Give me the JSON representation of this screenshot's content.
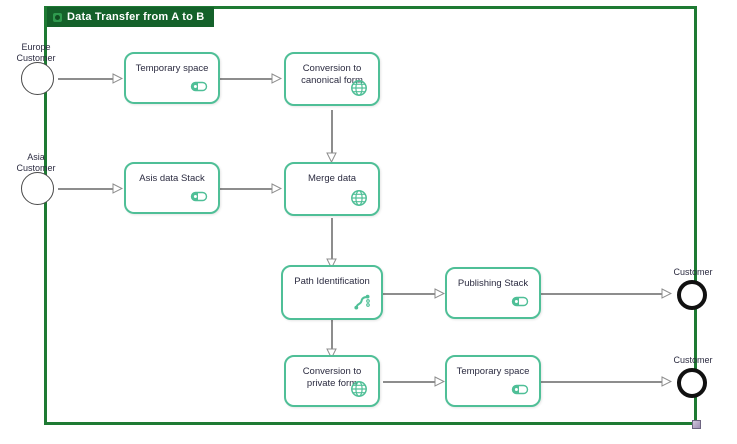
{
  "pool": {
    "title": "Data Transfer from A to B",
    "title_icon": "pool-collapse-icon",
    "border_color": "#1e7a33",
    "title_bg": "#14612a",
    "title_fg": "#ffffff"
  },
  "colors": {
    "task_border": "#4fbf97",
    "task_icon": "#4fbf97",
    "flow_line": "#8d8d8d",
    "start_event_border": "#4a4a4a",
    "end_event_border": "#111111",
    "canvas_bg": "#ffffff"
  },
  "start_events": [
    {
      "id": "start-europe",
      "label": "Europe\nCustomer",
      "label_line1": "Europe",
      "label_line2": "Customer"
    },
    {
      "id": "start-asia",
      "label": "Asia\nCustomer",
      "label_line1": "Asia",
      "label_line2": "Customer"
    }
  ],
  "end_events": [
    {
      "id": "end-customer-1",
      "label": "Customer"
    },
    {
      "id": "end-customer-2",
      "label": "Customer"
    }
  ],
  "tasks": [
    {
      "id": "task-temporary-space-top",
      "label": "Temporary space",
      "label_line1": "Temporary space",
      "label_line2": "",
      "icon": "data-store-icon"
    },
    {
      "id": "task-conversion-canonical",
      "label": "Conversion to canonical form",
      "label_line1": "Conversion to",
      "label_line2": "canonical form",
      "icon": "globe-icon"
    },
    {
      "id": "task-asis-data-stack",
      "label": "Asis data Stack",
      "label_line1": "Asis data Stack",
      "label_line2": "",
      "icon": "data-store-icon"
    },
    {
      "id": "task-merge-data",
      "label": "Merge data",
      "label_line1": "Merge data",
      "label_line2": "",
      "icon": "globe-icon"
    },
    {
      "id": "task-path-identification",
      "label": "Path Identification",
      "label_line1": "Path Identification",
      "label_line2": "",
      "icon": "route-icon"
    },
    {
      "id": "task-publishing-stack",
      "label": "Publishing Stack",
      "label_line1": "Publishing Stack",
      "label_line2": "",
      "icon": "data-store-icon"
    },
    {
      "id": "task-conversion-private",
      "label": "Conversion to private form",
      "label_line1": "Conversion to",
      "label_line2": "private form",
      "icon": "globe-icon"
    },
    {
      "id": "task-temporary-space-bottom",
      "label": "Temporary space",
      "label_line1": "Temporary space",
      "label_line2": "",
      "icon": "data-store-icon"
    }
  ],
  "flows": [
    {
      "from": "start-europe",
      "to": "task-temporary-space-top"
    },
    {
      "from": "task-temporary-space-top",
      "to": "task-conversion-canonical"
    },
    {
      "from": "task-conversion-canonical",
      "to": "task-merge-data"
    },
    {
      "from": "start-asia",
      "to": "task-asis-data-stack"
    },
    {
      "from": "task-asis-data-stack",
      "to": "task-merge-data"
    },
    {
      "from": "task-merge-data",
      "to": "task-path-identification"
    },
    {
      "from": "task-path-identification",
      "to": "task-publishing-stack"
    },
    {
      "from": "task-publishing-stack",
      "to": "end-customer-1"
    },
    {
      "from": "task-path-identification",
      "to": "task-conversion-private"
    },
    {
      "from": "task-conversion-private",
      "to": "task-temporary-space-bottom"
    },
    {
      "from": "task-temporary-space-bottom",
      "to": "end-customer-2"
    }
  ]
}
